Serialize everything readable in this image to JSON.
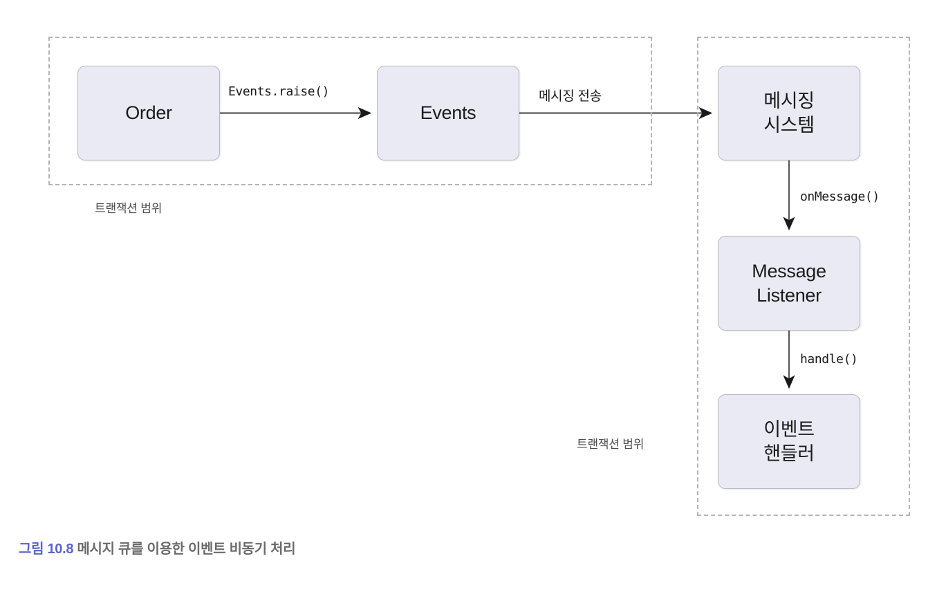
{
  "figure": {
    "caption_number": "그림 10.8",
    "caption_text": "메시지 큐를 이용한 이벤트 비동기 처리",
    "accent_color": "#5c62c8",
    "caption_color": "#6b6b6b"
  },
  "theme": {
    "node_fill": "#eaeaf4",
    "node_border": "#b8b8c0",
    "scope_border": "#b3b3b8",
    "edge_color": "#595959",
    "text_color": "#1a1a1a",
    "background": "#ffffff"
  },
  "scopes": [
    {
      "id": "scope-left",
      "label": "트랜잭션 범위"
    },
    {
      "id": "scope-right",
      "label": "트랜잭션 범위"
    }
  ],
  "nodes": [
    {
      "id": "order",
      "label": "Order"
    },
    {
      "id": "events",
      "label": "Events"
    },
    {
      "id": "messaging_system",
      "label": "메시징\n시스템"
    },
    {
      "id": "message_listener",
      "label": "Message\nListener"
    },
    {
      "id": "event_handler",
      "label": "이벤트\n핸들러"
    }
  ],
  "edges": [
    {
      "id": "order_to_events",
      "label": "Events.raise()",
      "style": "mono",
      "direction": "right"
    },
    {
      "id": "events_to_messaging",
      "label": "메시징 전송",
      "style": "korean",
      "direction": "right"
    },
    {
      "id": "messaging_to_listener",
      "label": "onMessage()",
      "style": "mono",
      "direction": "down"
    },
    {
      "id": "listener_to_event_handler",
      "label": "handle()",
      "style": "mono",
      "direction": "down"
    }
  ]
}
